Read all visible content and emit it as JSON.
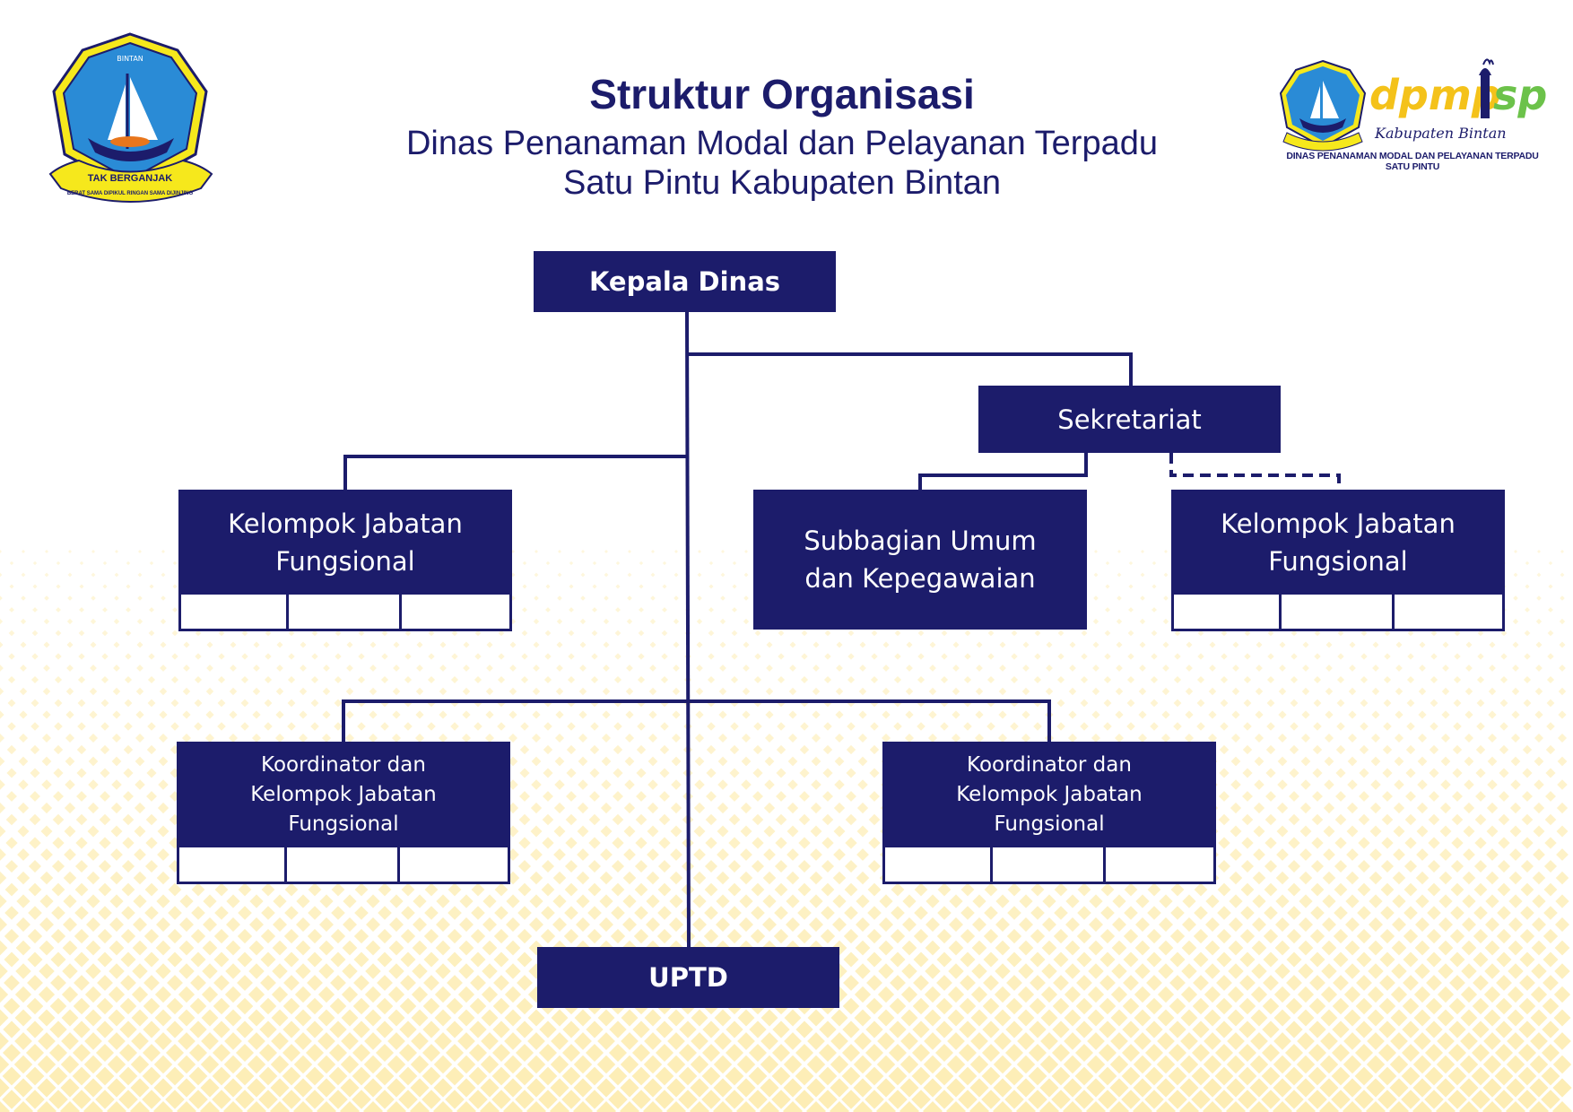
{
  "header": {
    "title": "Struktur Organisasi",
    "subtitle_line1": "Dinas Penanaman Modal dan Pelayanan Terpadu",
    "subtitle_line2": "Satu Pintu Kabupaten Bintan"
  },
  "logos": {
    "left_emblem": {
      "icon": "bintan-regency-emblem-icon",
      "top_text": "BINTAN",
      "motto": "TAK BERGANJAK",
      "ribbon_text": "BERAT SAMA DIPIKUL RINGAN SAMA DIJINJING"
    },
    "right_logo": {
      "icon": "dpmptsp-logo-icon",
      "wordmark_part1": "dpmp",
      "wordmark_part2": "sp",
      "script_text": "Kabupaten Bintan",
      "caption": "DINAS PENANAMAN MODAL DAN PELAYANAN TERPADU SATU PINTU"
    }
  },
  "org": {
    "kepala": "Kepala Dinas",
    "sekretariat": "Sekretariat",
    "kjf_left_line1": "Kelompok Jabatan",
    "kjf_left_line2": "Fungsional",
    "subbag_line1": "Subbagian Umum",
    "subbag_line2": "dan Kepegawaian",
    "kjf_right_line1": "Kelompok Jabatan",
    "kjf_right_line2": "Fungsional",
    "koord_left_line1": "Koordinator dan",
    "koord_left_line2": "Kelompok Jabatan",
    "koord_left_line3": "Fungsional",
    "koord_right_line1": "Koordinator dan",
    "koord_right_line2": "Kelompok Jabatan",
    "koord_right_line3": "Fungsional",
    "uptd": "UPTD"
  },
  "colors": {
    "navy": "#1c1c6b",
    "pattern_yellow": "#fdedb4",
    "emblem_blue": "#2a8bd6",
    "emblem_yellow": "#f6e81c",
    "dpmptsp_yellow": "#f4c21a",
    "dpmptsp_green": "#6cc24a"
  }
}
